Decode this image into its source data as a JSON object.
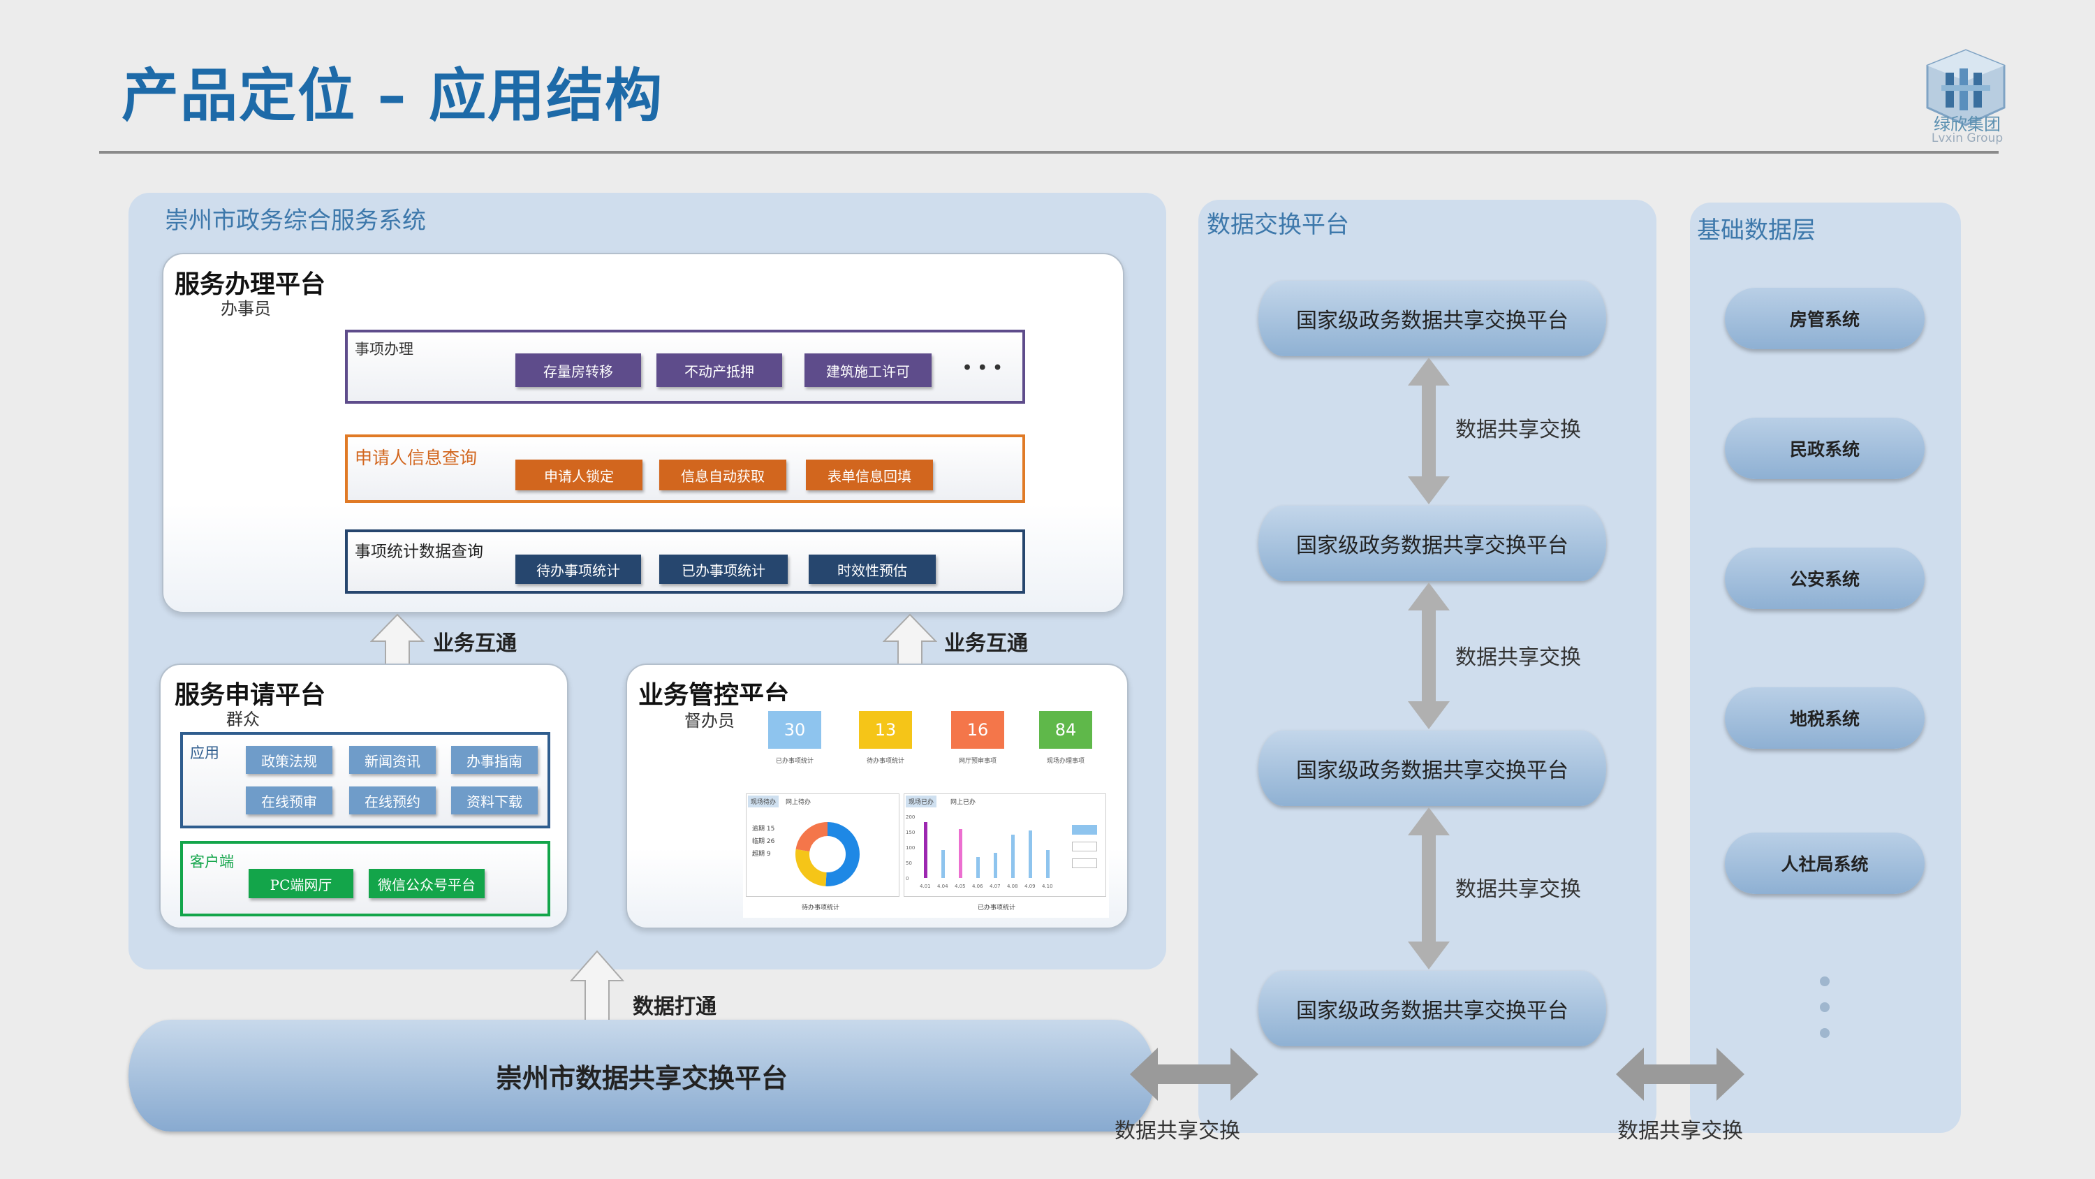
{
  "header": {
    "title": "产品定位 – 应用结构",
    "logo_cn": "绿欣集团",
    "logo_en": "Lvxin Group"
  },
  "left_panel": {
    "title": "崇州市政务综合服务系统",
    "service_platform": {
      "title": "服务办理平台",
      "role": "办事员",
      "groups": [
        {
          "label": "事项办理",
          "items": [
            "存量房转移",
            "不动产抵押",
            "建筑施工许可"
          ],
          "more": "• • •"
        },
        {
          "label": "申请人信息查询",
          "items": [
            "申请人锁定",
            "信息自动获取",
            "表单信息回填"
          ]
        },
        {
          "label": "事项统计数据查询",
          "items": [
            "待办事项统计",
            "已办事项统计",
            "时效性预估"
          ]
        }
      ]
    },
    "link_label_1": "业务互通",
    "link_label_2": "业务互通",
    "apply_platform": {
      "title": "服务申请平台",
      "role": "群众",
      "app_label": "应用",
      "app_items": [
        "政策法规",
        "新闻资讯",
        "办事指南",
        "在线预审",
        "在线预约",
        "资料下载"
      ],
      "client_label": "客户端",
      "client_items": [
        "PC端网厅",
        "微信公众号平台"
      ]
    },
    "control_platform": {
      "title": "业务管控平台",
      "role": "督办员",
      "kpis": [
        {
          "value": "30",
          "caption": "已办事项统计",
          "color": "#8ec4ee"
        },
        {
          "value": "13",
          "caption": "待办事项统计",
          "color": "#f5c518"
        },
        {
          "value": "16",
          "caption": "网厅预审事项",
          "color": "#f4764a"
        },
        {
          "value": "84",
          "caption": "现场办理事项",
          "color": "#5fb84a"
        }
      ],
      "donut_tabs": [
        "现场待办",
        "网上待办"
      ],
      "donut_legend": [
        "逾期 15",
        "临期 26",
        "超期 9"
      ],
      "donut_caption": "待办事项统计",
      "bar_tabs": [
        "现场已办",
        "网上已办"
      ],
      "bar_caption": "已办事项统计",
      "bar_x": [
        "4.01",
        "4.04",
        "4.05",
        "4.06",
        "4.07",
        "4.08",
        "4.09",
        "4.10"
      ],
      "bar_y_ticks": [
        "200",
        "150",
        "100",
        "50",
        "0"
      ]
    },
    "data_label": "数据打通"
  },
  "city_platform": {
    "label": "崇州市数据共享交换平台"
  },
  "middle_panel": {
    "title": "数据交换平台",
    "nodes": [
      "国家级政务数据共享交换平台",
      "国家级政务数据共享交换平台",
      "国家级政务数据共享交换平台",
      "国家级政务数据共享交换平台"
    ],
    "links": [
      "数据共享交换",
      "数据共享交换",
      "数据共享交换"
    ]
  },
  "right_panel": {
    "title": "基础数据层",
    "systems": [
      "房管系统",
      "民政系统",
      "公安系统",
      "地税系统",
      "人社局系统"
    ]
  },
  "bottom_links": [
    "数据共享交换",
    "数据共享交换"
  ],
  "colors": {
    "title_blue": "#1d6aa8",
    "purple": "#5e4c8b",
    "orange": "#d2661e",
    "navy": "#26466e",
    "green": "#13a54a",
    "panel_bg": "#cfdded"
  }
}
